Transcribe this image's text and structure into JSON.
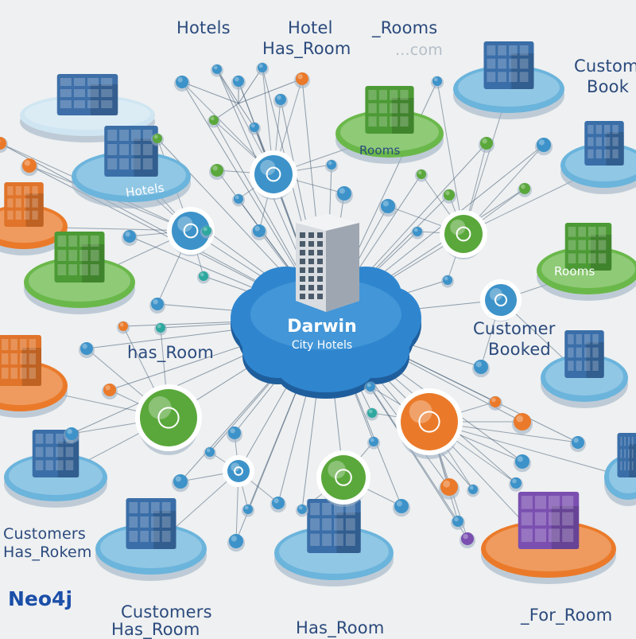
{
  "center": {
    "title": "Darwin",
    "subtitle": "City Hotels"
  },
  "brand": "Neo4j",
  "labels": {
    "top_hotels": "Hotels",
    "top_hotel": "Hotel",
    "top_has_room": "Has_Room",
    "top_rooms": "_Rooms",
    "top_rooms_faded": "...com",
    "custom_top_right": "Custom",
    "book_top_right": "Book",
    "hotels_island": "Hotels",
    "rooms_island_top": "Rooms",
    "rooms_island_right": "Rooms",
    "customer_booked_1": "Customer",
    "customer_booked_2": "Booked",
    "has_room_left": "has_Room",
    "customers_left_1": "Customers",
    "customers_left_2": "Has_Rokem",
    "bottom_customers": "Customers",
    "bottom_has_room_1": "Has_Room",
    "bottom_has_room_2": "Has_Room",
    "bottom_for_room": "_For_Room"
  },
  "colors": {
    "background": "#eef0f1",
    "hub_blue": "#2f86cf",
    "node_blue": "#3d93c9",
    "node_green": "#5aa83b",
    "node_orange": "#ea7a2a",
    "node_teal": "#2ea89f",
    "node_purple": "#7a4fb0",
    "edge": "#3d5570",
    "label": "#2b4a7d"
  },
  "icons": [
    "building-icon",
    "hub-icon",
    "node-icon"
  ]
}
